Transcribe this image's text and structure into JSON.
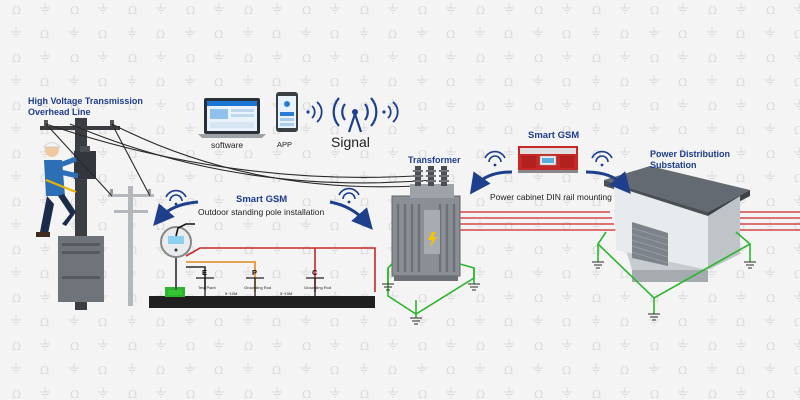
{
  "labels": {
    "hv_line": "High Voltage Transmission Overhead Line",
    "software": "software",
    "app": "APP",
    "signal": "Signal",
    "smart_gsm_pole": "Smart GSM",
    "pole_install": "Outdoor standing pole installation",
    "transformer": "Transformer",
    "smart_gsm_cabinet": "Smart GSM",
    "din_rail": "Power cabinet DIN rail mounting",
    "substation": "Power Distribution Substation",
    "rod_e": "E",
    "rod_p": "P",
    "rod_c": "C",
    "rod_e_sub": "Test Point",
    "rod_p_sub": "Grounding Rod",
    "rod_c_sub": "Grounding Rod",
    "dist_1": "5~10M",
    "dist_2": "5~10M"
  },
  "colors": {
    "title_blue": "#1f3d8f",
    "arrow_blue": "#1e3f8c",
    "ground_green": "#2eb52e",
    "lead_red": "#c62828",
    "lead_orange": "#e08a1e",
    "lead_black": "#2a2a2a"
  }
}
